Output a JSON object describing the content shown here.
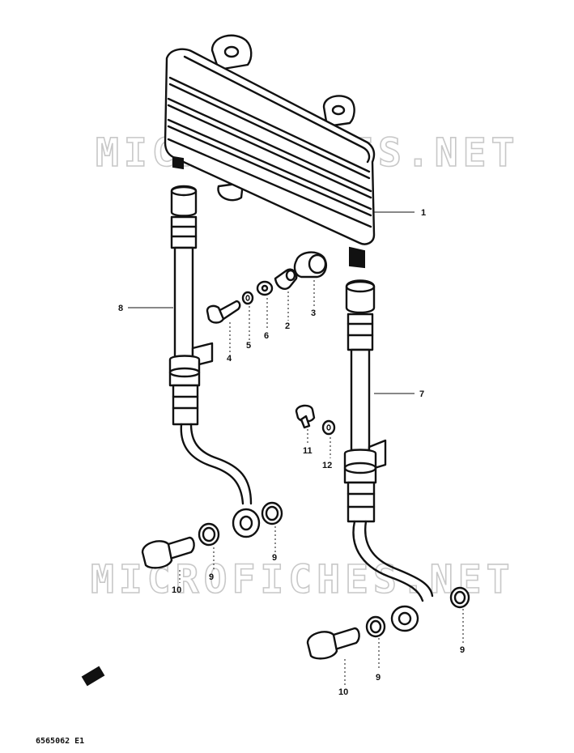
{
  "watermark": "MICROFICHES.NET",
  "figure_code": "6565062 E1",
  "callouts": {
    "c1": "1",
    "c2": "2",
    "c3": "3",
    "c4": "4",
    "c5": "5",
    "c6": "6",
    "c7": "7",
    "c8": "8",
    "c9a": "9",
    "c9b": "9",
    "c9c": "9",
    "c9d": "9",
    "c10a": "10",
    "c10b": "10",
    "c11": "11",
    "c12": "12"
  }
}
